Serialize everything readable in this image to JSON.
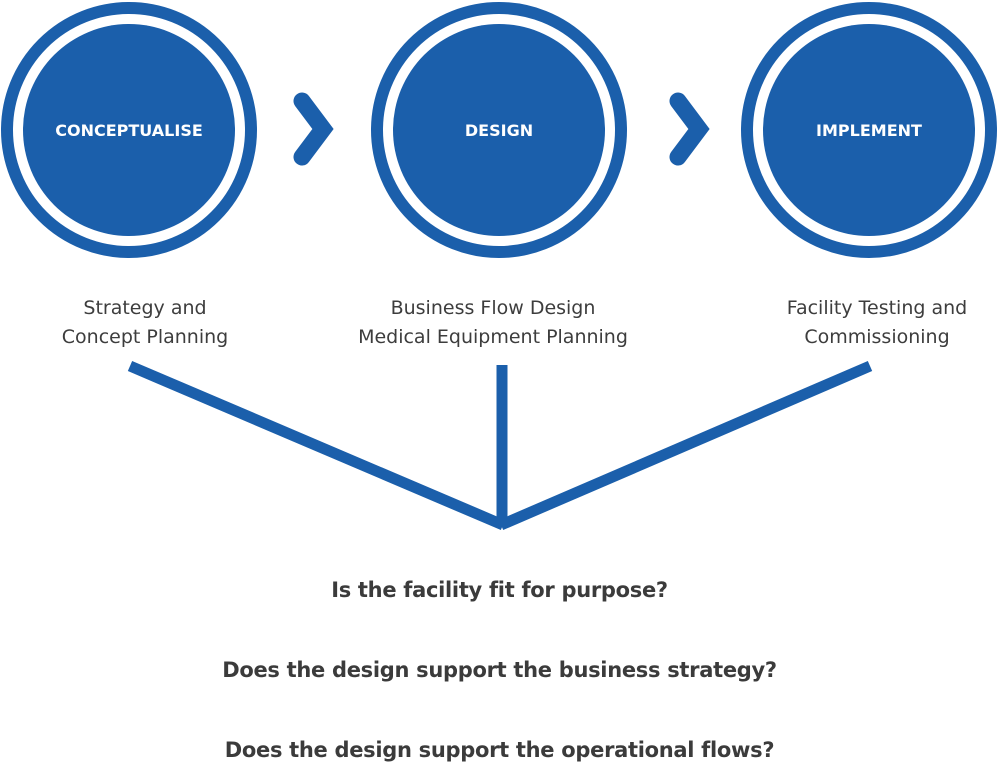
{
  "colors": {
    "brand_blue": "#1b5fab",
    "text_dark": "#3d3d3d",
    "background": "#ffffff"
  },
  "stages": [
    {
      "title": "CONCEPTUALISE",
      "description": [
        "Strategy and",
        "Concept Planning"
      ]
    },
    {
      "title": "DESIGN",
      "description": [
        "Business Flow Design",
        "Medical Equipment Planning"
      ]
    },
    {
      "title": "IMPLEMENT",
      "description": [
        "Facility Testing and",
        "Commissioning"
      ]
    }
  ],
  "connectors": [
    {
      "icon": "chevron-right-icon",
      "from": "CONCEPTUALISE",
      "to": "DESIGN"
    },
    {
      "icon": "chevron-right-icon",
      "from": "DESIGN",
      "to": "IMPLEMENT"
    }
  ],
  "questions": [
    "Is the facility fit for purpose?",
    "Does the design support the business strategy?",
    "Does the design support the operational flows?"
  ]
}
